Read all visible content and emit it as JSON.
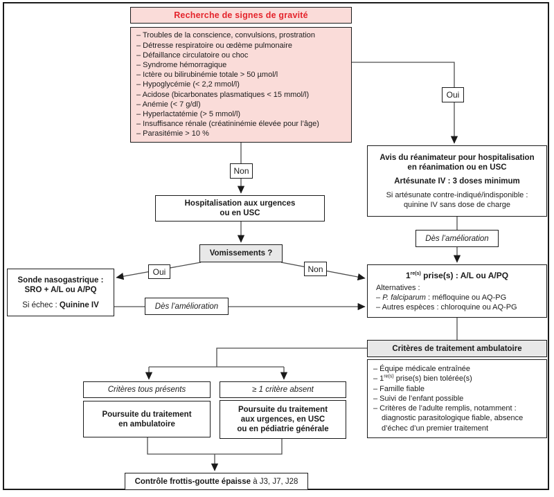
{
  "colors": {
    "pink_fill": "#fadcd9",
    "red_text": "#e4232b",
    "gray_fill": "#e8e8e8",
    "line": "#4d4d4d"
  },
  "severity": {
    "title": "Recherche de signes de gravité",
    "signs": [
      "– Troubles de la conscience, convulsions, prostration",
      "– Détresse respiratoire ou œdème pulmonaire",
      "– Défaillance circulatoire ou choc",
      "– Syndrome hémorragique",
      "– Ictère ou bilirubinémie totale > 50 µmol/l",
      "– Hypoglycémie (< 2,2 mmol/l)",
      "– Acidose (bicarbonates plasmatiques < 15 mmol/l)",
      "– Anémie (< 7 g/dl)",
      "– Hyperlactatémie (> 5 mmol/l)",
      "– Insuffisance rénale (créatininémie élevée pour l’âge)",
      "– Parasitémie > 10 %"
    ]
  },
  "labels": {
    "oui_severity": "Oui",
    "non_severity": "Non",
    "oui_vomiting": "Oui",
    "non_vomiting": "Non",
    "improvement_left": "Dès l’amélioration",
    "improvement_right": "Dès l’amélioration"
  },
  "reanimation": {
    "line1": "Avis du réanimateur pour hospitalisation",
    "line2": "en réanimation ou en USC",
    "line3": "Artésunate IV : 3 doses minimum",
    "line4": "Si artésunate contre-indiqué/indisponible :",
    "line5": "quinine IV sans dose de charge"
  },
  "hospitalisation": {
    "line1": "Hospitalisation aux urgences",
    "line2": "ou en USC"
  },
  "vomissements": {
    "label": "Vomissements ?"
  },
  "sonde": {
    "line1": "Sonde nasogastrique :",
    "line2": "SRO + A/L ou A/PQ",
    "echec_prefix": "Si échec : ",
    "echec_bold": "Quinine IV"
  },
  "prise": {
    "title_num": "1",
    "title_sup": "re(s)",
    "title_rest": " prise(s) : A/L ou A/PQ",
    "alt_label": "Alternatives :",
    "alt1_prefix": "– ",
    "alt1_italic": "P. falciparum",
    "alt1_rest": " : méfloquine ou AQ-PG",
    "alt2": "– Autres espèces : chloroquine ou AQ-PG"
  },
  "criteres": {
    "header": "Critères de traitement ambulatoire",
    "item1": "– Équipe médicale entraînée",
    "item2_prefix": "– 1",
    "item2_sup": "re(s)",
    "item2_rest": " prise(s) bien tolérée(s)",
    "item3": "– Famille fiable",
    "item4": "– Suivi de l’enfant possible",
    "item5_line1": "– Critères de l’adulte remplis, notamment :",
    "item5_line2": "diagnostic parasitologique fiable, absence",
    "item5_line3": "d’échec d’un premier traitement"
  },
  "branch": {
    "present": "Critères tous présents",
    "absent": "≥ 1 critère absent"
  },
  "poursuite": {
    "ambu_line1": "Poursuite du traitement",
    "ambu_line2": "en ambulatoire",
    "hop_line1": "Poursuite du traitement",
    "hop_line2": "aux urgences, en USC",
    "hop_line3": "ou en pédiatrie générale"
  },
  "controle": {
    "bold": "Contrôle frottis-goutte épaisse",
    "rest": " à J3, J7, J28"
  }
}
